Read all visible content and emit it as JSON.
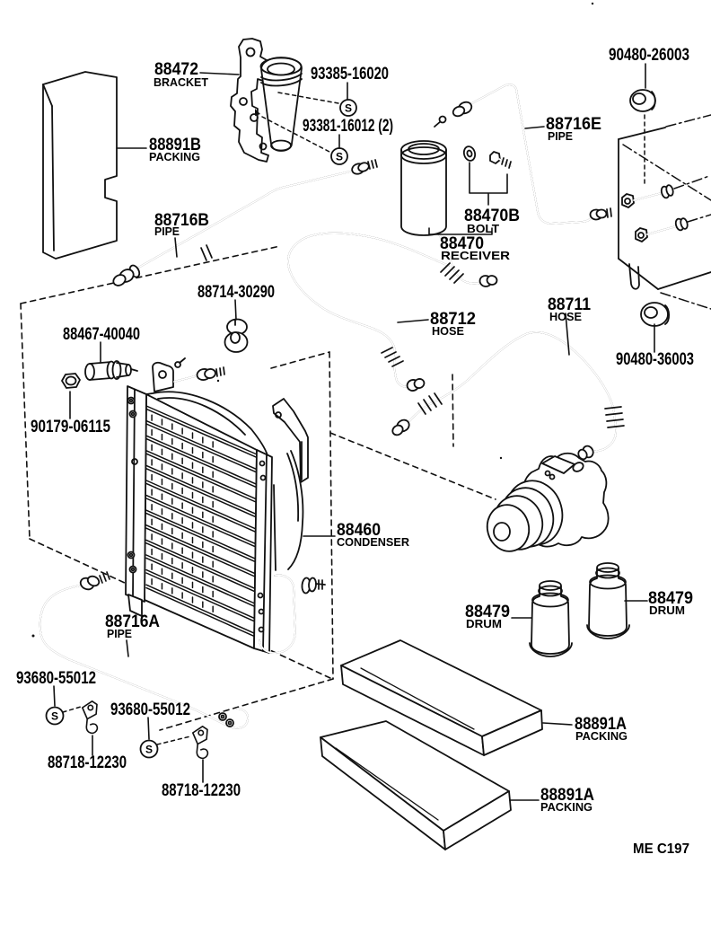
{
  "page": {
    "background": "#ffffff",
    "ink": "#111111"
  },
  "footer": {
    "drawing_code": "ME C197"
  },
  "symbols": {
    "screw": "S"
  },
  "labels": {
    "bracket": {
      "num": "88472",
      "name": "BRACKET"
    },
    "screw_93385": {
      "num": "93385-16020"
    },
    "grommet_26003": {
      "num": "90480-26003"
    },
    "packing_b": {
      "num": "88891B",
      "name": "PACKING"
    },
    "screw_93381": {
      "num": "93381-16012 (2)"
    },
    "pipe_e": {
      "num": "88716E",
      "name": "PIPE"
    },
    "pipe_b": {
      "num": "88716B",
      "name": "PIPE"
    },
    "bolt_88470b": {
      "num": "88470B",
      "name": "BOLT"
    },
    "receiver": {
      "num": "88470",
      "name": "RECEIVER"
    },
    "clamp_88714": {
      "num": "88714-30290"
    },
    "hose_88711": {
      "num": "88711",
      "name": "HOSE"
    },
    "valve_88467": {
      "num": "88467-40040"
    },
    "hose_88712": {
      "num": "88712",
      "name": "HOSE"
    },
    "grommet_36003": {
      "num": "90480-36003"
    },
    "nut_90179": {
      "num": "90179-06115"
    },
    "condenser": {
      "num": "88460",
      "name": "CONDENSER"
    },
    "pipe_a": {
      "num": "88716A",
      "name": "PIPE"
    },
    "drum_left": {
      "num": "88479",
      "name": "DRUM"
    },
    "drum_right": {
      "num": "88479",
      "name": "DRUM"
    },
    "screw_93680_l": {
      "num": "93680-55012"
    },
    "screw_93680_r": {
      "num": "93680-55012"
    },
    "clip_left": {
      "num": "88718-12230"
    },
    "clip_right": {
      "num": "88718-12230"
    },
    "packing_a_top": {
      "num": "88891A",
      "name": "PACKING"
    },
    "packing_a_bot": {
      "num": "88891A",
      "name": "PACKING"
    }
  }
}
